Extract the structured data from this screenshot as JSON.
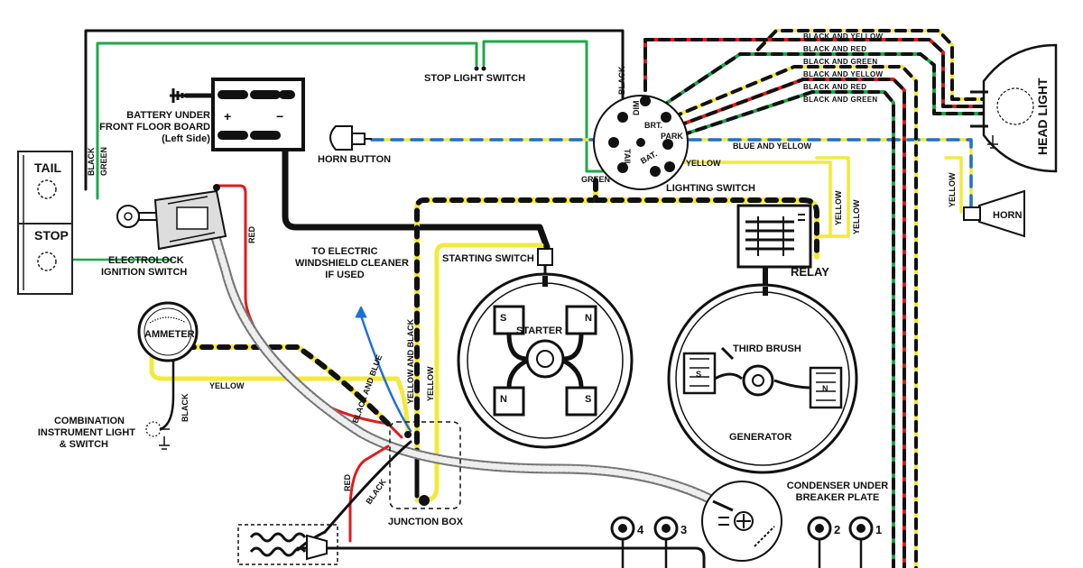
{
  "labels": {
    "tail": "TAIL",
    "stop": "STOP",
    "battery_line1": "BATTERY UNDER",
    "battery_line2": "FRONT FLOOR BOARD",
    "battery_line3": "(Left Side)",
    "battery_plus": "+",
    "battery_minus": "−",
    "stop_light_switch": "STOP LIGHT SWITCH",
    "horn_button": "HORN BUTTON",
    "lighting_switch": "LIGHTING SWITCH",
    "head_light": "HEAD LIGHT",
    "horn": "HORN",
    "relay": "RELAY",
    "electrolock_line1": "ELECTROLOCK",
    "electrolock_line2": "IGNITION SWITCH",
    "ammeter": "AMMETER",
    "to_cleaner_line1": "TO ELECTRIC",
    "to_cleaner_line2": "WINDSHIELD CLEANER",
    "to_cleaner_line3": "IF USED",
    "starting_switch": "STARTING SWITCH",
    "starter": "STARTER",
    "third_brush": "THIRD BRUSH",
    "generator": "GENERATOR",
    "combination_line1": "COMBINATION",
    "combination_line2": "INSTRUMENT LIGHT",
    "combination_line3": "& SWITCH",
    "junction_box": "JUNCTION BOX",
    "condenser_line1": "CONDENSER UNDER",
    "condenser_line2": "BREAKER PLATE",
    "switch_brt": "BRT.",
    "switch_dim": "DIM",
    "switch_park": "PARK",
    "switch_tail": "TAIL",
    "switch_bat": "BAT.",
    "pole_n": "N",
    "pole_s": "S"
  },
  "wire_labels": {
    "black": "BLACK",
    "green": "GREEN",
    "red": "RED",
    "yellow": "YELLOW",
    "blue_and_yellow": "BLUE AND YELLOW",
    "black_and_blue": "BLACK AND BLUE",
    "yellow_and_black": "YELLOW AND BLACK",
    "black_and_yellow": "BLACK AND YELLOW",
    "black_and_red": "BLACK AND RED",
    "black_and_green": "BLACK AND GREEN"
  },
  "cylinders": [
    "4",
    "3",
    "2",
    "1"
  ],
  "colors": {
    "black": "#111111",
    "yellow": "#f2ea3a",
    "green": "#1ea84a",
    "red": "#e01b1b",
    "blue": "#1f6fd6",
    "panel": "#f4f4f4"
  }
}
